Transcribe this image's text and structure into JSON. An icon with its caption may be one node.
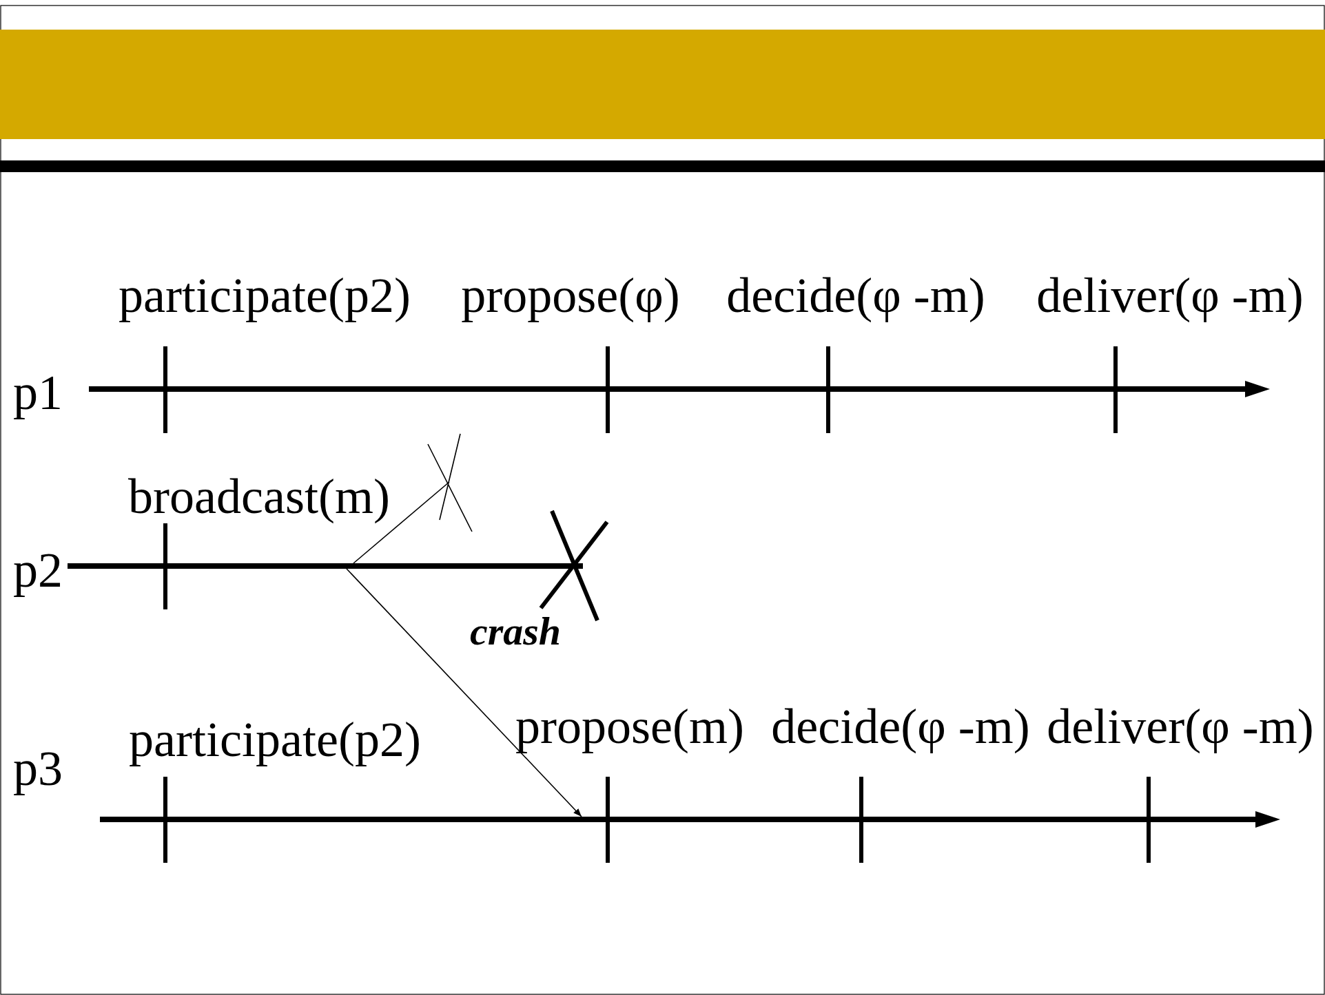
{
  "diagram": {
    "nodes": [
      {
        "text": [],
        "shape": "bar"
      },
      {
        "text": [],
        "shape": "bar"
      },
      {
        "text": [],
        "shape": "bar"
      }
    ],
    "edges": [
      {
        "from": 1,
        "to": null,
        "arrow": "other"
      },
      {
        "from": 1,
        "to": 2,
        "arrow": "to"
      }
    ],
    "labels": [
      "participate(p2)",
      "propose(φ)",
      "decide(φ -m)",
      "deliver(φ -m)",
      "p1",
      "broadcast(m)",
      "p2",
      "crash",
      "participate(p2)",
      "propose(m)",
      "decide(φ -m)",
      "deliver(φ -m)",
      "p3"
    ]
  }
}
